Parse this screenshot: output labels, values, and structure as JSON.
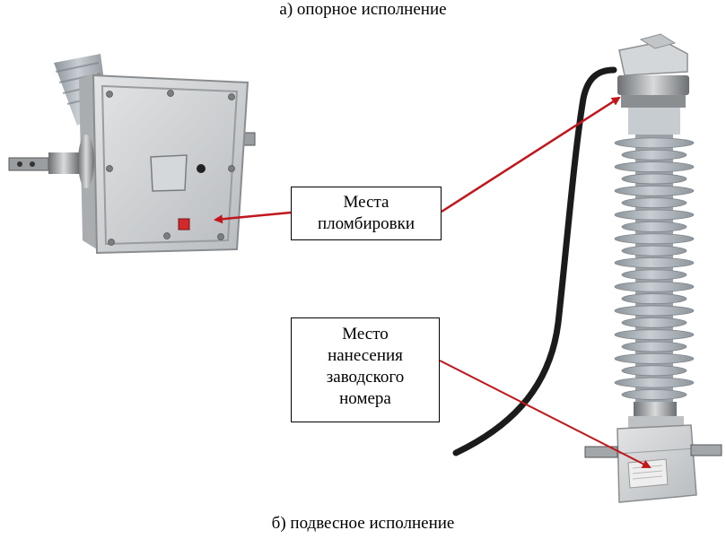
{
  "captions": {
    "top": "а) опорное исполнение",
    "bottom": "б) подвесное исполнение"
  },
  "callouts": {
    "sealing": {
      "lines": [
        "Места",
        "пломбировки"
      ]
    },
    "serial": {
      "lines": [
        "Место",
        "нанесения",
        "заводского",
        "номера"
      ]
    }
  },
  "colors": {
    "arrow": "#c0161c",
    "insulator": "#aeb5bb",
    "housing": "#c9ccce",
    "cable": "#1b1b1b",
    "seal": "#d22a2a"
  }
}
